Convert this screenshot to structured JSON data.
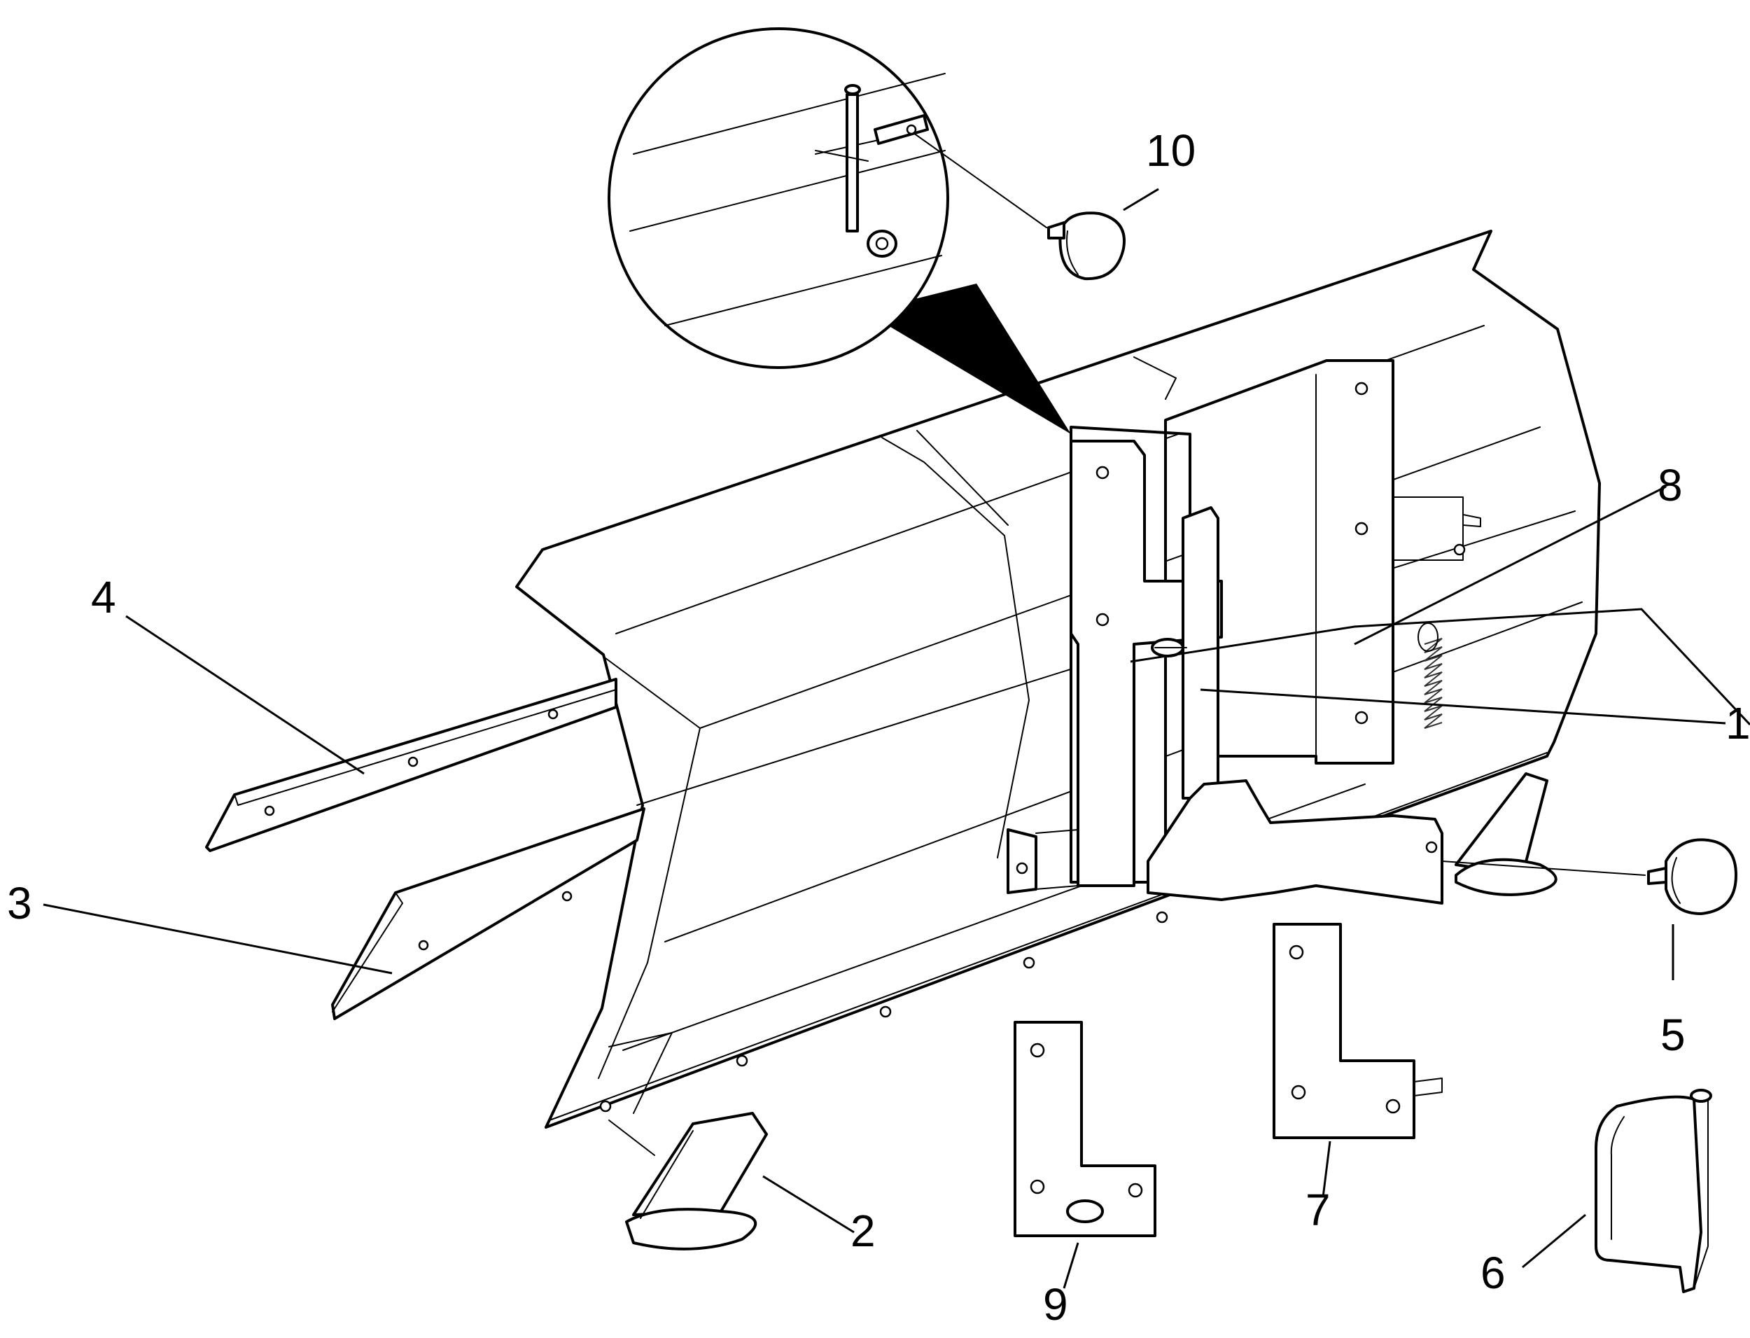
{
  "callouts": {
    "c1": "1",
    "c2": "2",
    "c3": "3",
    "c4": "4",
    "c5": "5",
    "c6": "6",
    "c7": "7",
    "c8": "8",
    "c9": "9",
    "c10": "10"
  },
  "colors": {
    "line": "#000000",
    "fill": "#ffffff"
  }
}
